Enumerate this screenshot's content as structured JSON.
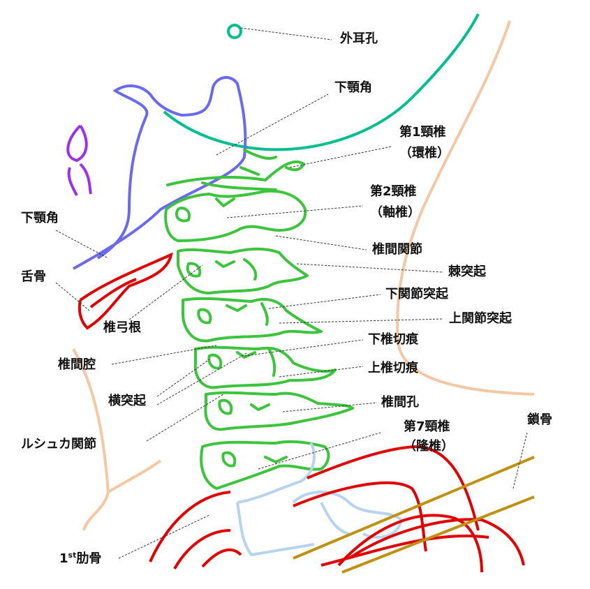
{
  "labels": {
    "external_ear_canal": "外耳孔",
    "mandible_angle_top": "下顎角",
    "c1": "第1頸椎",
    "c1_alias": "（環椎）",
    "c2": "第2頸椎",
    "c2_alias": "（軸椎）",
    "facet_joint": "椎間関節",
    "spinous_process": "棘突起",
    "inferior_articular_process": "下関節突起",
    "superior_articular_process": "上関節突起",
    "inferior_vertebral_notch": "下椎切痕",
    "superior_vertebral_notch": "上椎切痕",
    "intervertebral_foramen": "椎間孔",
    "c7": "第7頸椎",
    "c7_alias": "（隆椎）",
    "clavicle": "鎖骨",
    "mandible_angle_left": "下顎角",
    "hyoid": "舌骨",
    "pedicle": "椎弓根",
    "intervertebral_space": "椎間腔",
    "transverse_process": "横突起",
    "luschka_joint": "ルシュカ関節",
    "first_rib_prefix": "1",
    "first_rib_sup": "st",
    "first_rib_suffix": "肋骨"
  },
  "colors": {
    "vertebrae": "#3cc43c",
    "jaw": "#00bf8f",
    "mandible": "#6a6af0",
    "ear": "#9b30f0",
    "hyoid_rib": "#e00000",
    "soft_tissue": "#f4c7a5",
    "clavicle": "#c09010",
    "t1": "#b8d4ec"
  }
}
